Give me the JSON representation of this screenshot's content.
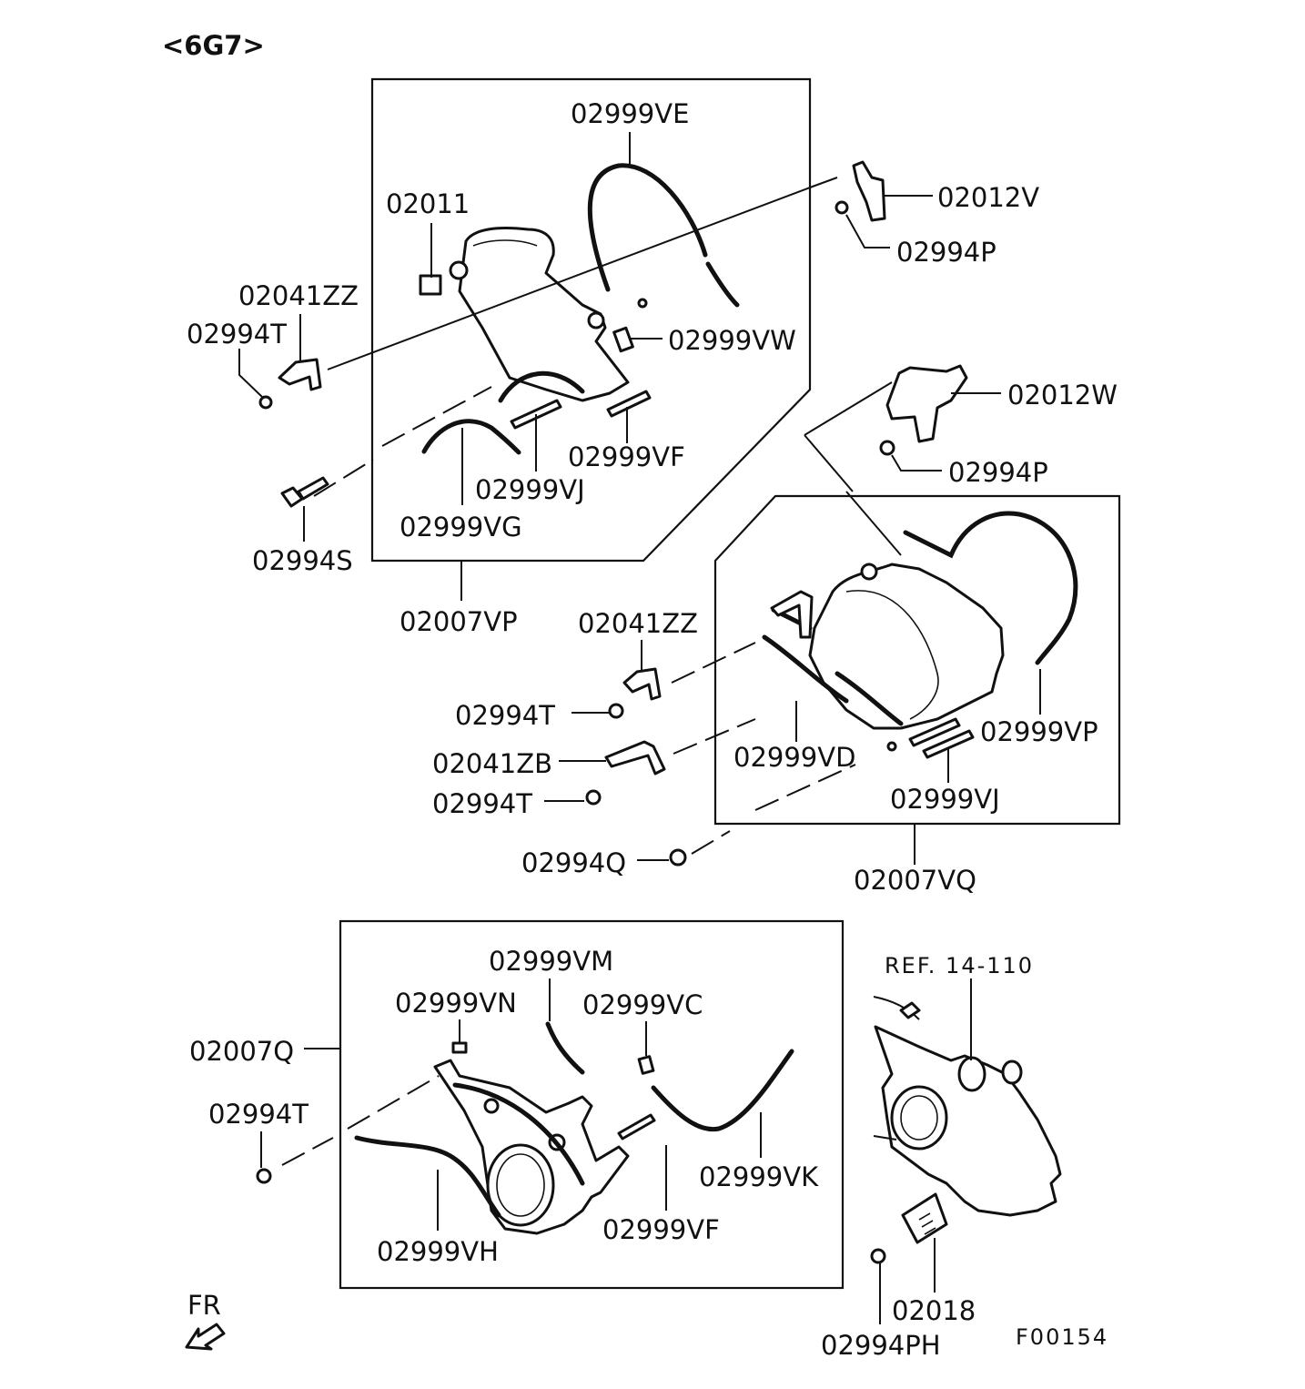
{
  "engine_code": "<6G7>",
  "figure_id": "F00154",
  "direction_label": "FR",
  "reference": "REF. 14-110",
  "labels": {
    "p02999VE": "02999VE",
    "p02011": "02011",
    "p02012V": "02012V",
    "p02994P_a": "02994P",
    "p02041ZZ_a": "02041ZZ",
    "p02994T_a": "02994T",
    "p02999VW": "02999VW",
    "p02012W": "02012W",
    "p02999VF_a": "02999VF",
    "p02999VJ_a": "02999VJ",
    "p02994P_b": "02994P",
    "p02999VG": "02999VG",
    "p02994S": "02994S",
    "p02007VP": "02007VP",
    "p02041ZZ_b": "02041ZZ",
    "p02994T_b": "02994T",
    "p02999VP": "02999VP",
    "p02041ZB": "02041ZB",
    "p02999VD": "02999VD",
    "p02994T_c": "02994T",
    "p02999VJ_b": "02999VJ",
    "p02994Q": "02994Q",
    "p02007VQ": "02007VQ",
    "p02999VM": "02999VM",
    "p02999VN": "02999VN",
    "p02999VC": "02999VC",
    "p02007Q": "02007Q",
    "p02994T_d": "02994T",
    "p02999VK": "02999VK",
    "p02999VF_b": "02999VF",
    "p02999VH": "02999VH",
    "p02018": "02018",
    "p02994PH": "02994PH"
  }
}
